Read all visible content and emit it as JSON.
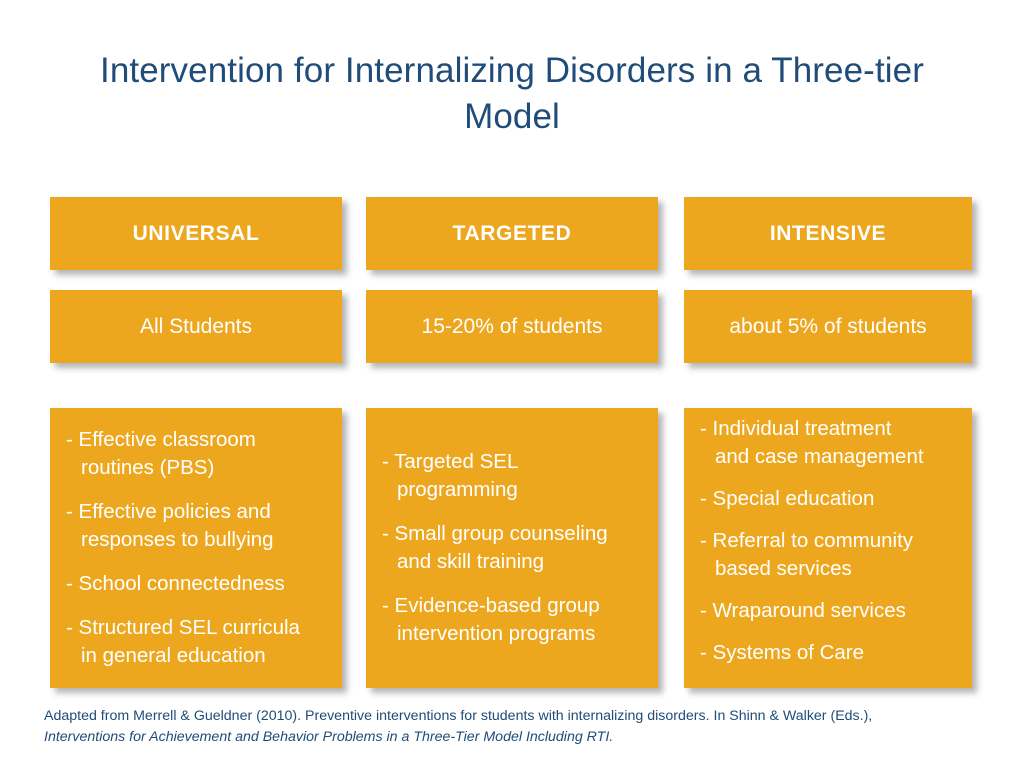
{
  "slide": {
    "title": "Intervention for Internalizing Disorders in a Three-tier Model",
    "accent_color": "#EDA71E",
    "title_color": "#1F4C78",
    "card_text_color": "#FFFFFF",
    "background_color": "#FFFFFF"
  },
  "columns": [
    {
      "tier_label": "UNIVERSAL",
      "population": "All Students",
      "bullets": [
        "- Effective classroom\nroutines (PBS)",
        "- Effective policies and\nresponses to bullying",
        "- School connectedness",
        "- Structured SEL curricula\nin general education"
      ]
    },
    {
      "tier_label": "TARGETED",
      "population": "15-20% of students",
      "bullets": [
        "- Targeted SEL\nprogramming",
        "- Small group counseling\nand skill training",
        "- Evidence-based group\nintervention programs"
      ]
    },
    {
      "tier_label": "INTENSIVE",
      "population": "about 5% of students",
      "bullets": [
        "- Individual treatment\nand case management",
        "- Special education",
        "- Referral to community\nbased services",
        "- Wraparound services",
        "- Systems of Care"
      ]
    }
  ],
  "footer": {
    "line1": "Adapted from Merrell & Gueldner (2010). Preventive interventions for students with internalizing disorders. In Shinn & Walker (Eds.),",
    "line2": "Interventions for Achievement and Behavior Problems in a Three-Tier Model Including RTI."
  }
}
